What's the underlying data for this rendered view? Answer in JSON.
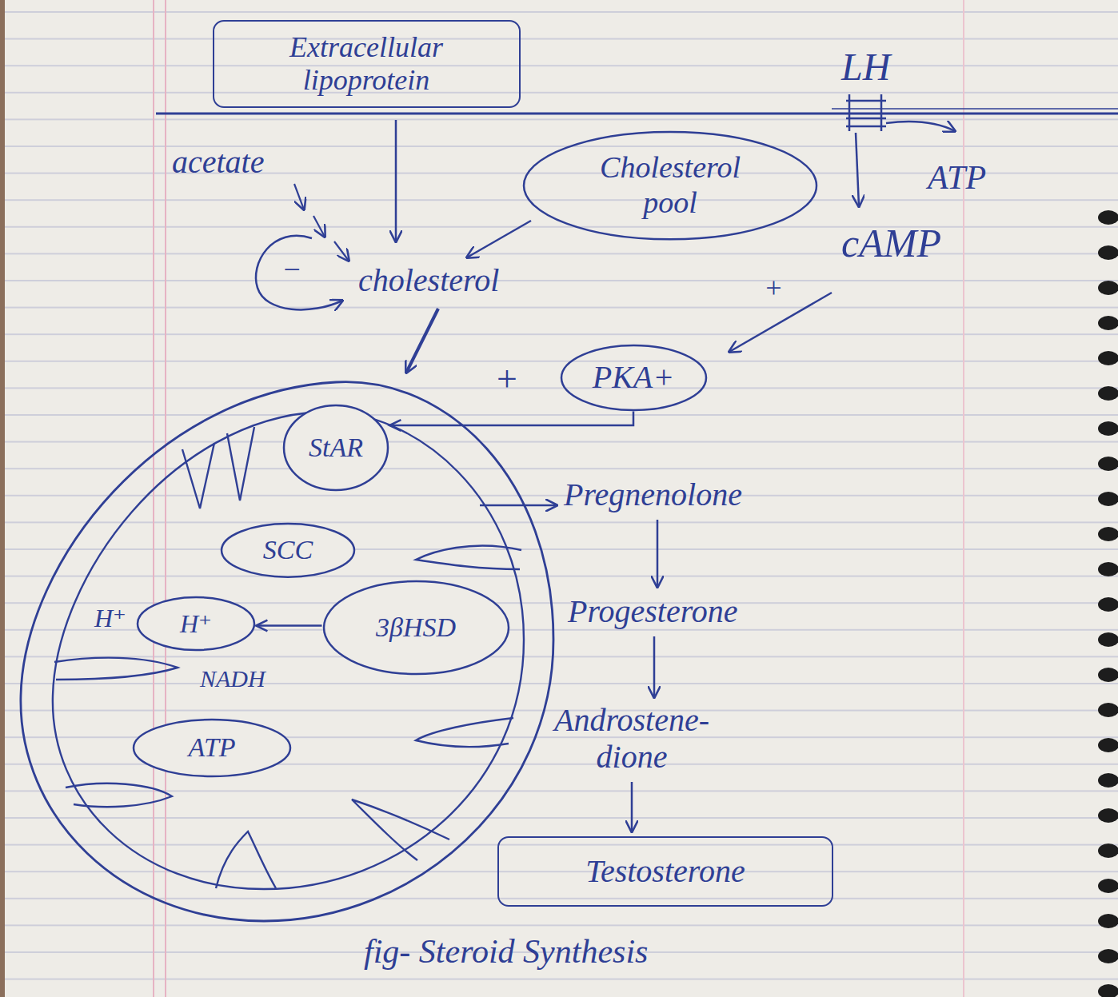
{
  "diagram": {
    "caption": "fig- Steroid Synthesis",
    "nodes": [
      {
        "text": [
          "Extracellular lipoprotein"
        ]
      },
      {
        "text": [
          "Cholesterol pool"
        ]
      },
      {
        "text": [
          "PKA+"
        ]
      },
      {
        "text": [
          "StAR"
        ]
      },
      {
        "text": [
          "SCC"
        ]
      },
      {
        "text": [
          "H⁺"
        ]
      },
      {
        "text": [
          "3βHSD"
        ]
      },
      {
        "text": [
          "ATP"
        ]
      },
      {
        "text": [
          "Testosterone"
        ]
      }
    ],
    "edges": [
      {
        "from": 2,
        "to": 3,
        "arrow": "to"
      },
      {
        "from": 6,
        "to": 5,
        "arrow": "to"
      }
    ],
    "labels": [
      "LH",
      "ATP",
      "acetate",
      "cAMP",
      "−",
      "cholesterol",
      "+",
      "+",
      "H⁺",
      "NADH",
      "Pregnenolone",
      "Progesterone",
      "Androstene- dione"
    ]
  }
}
